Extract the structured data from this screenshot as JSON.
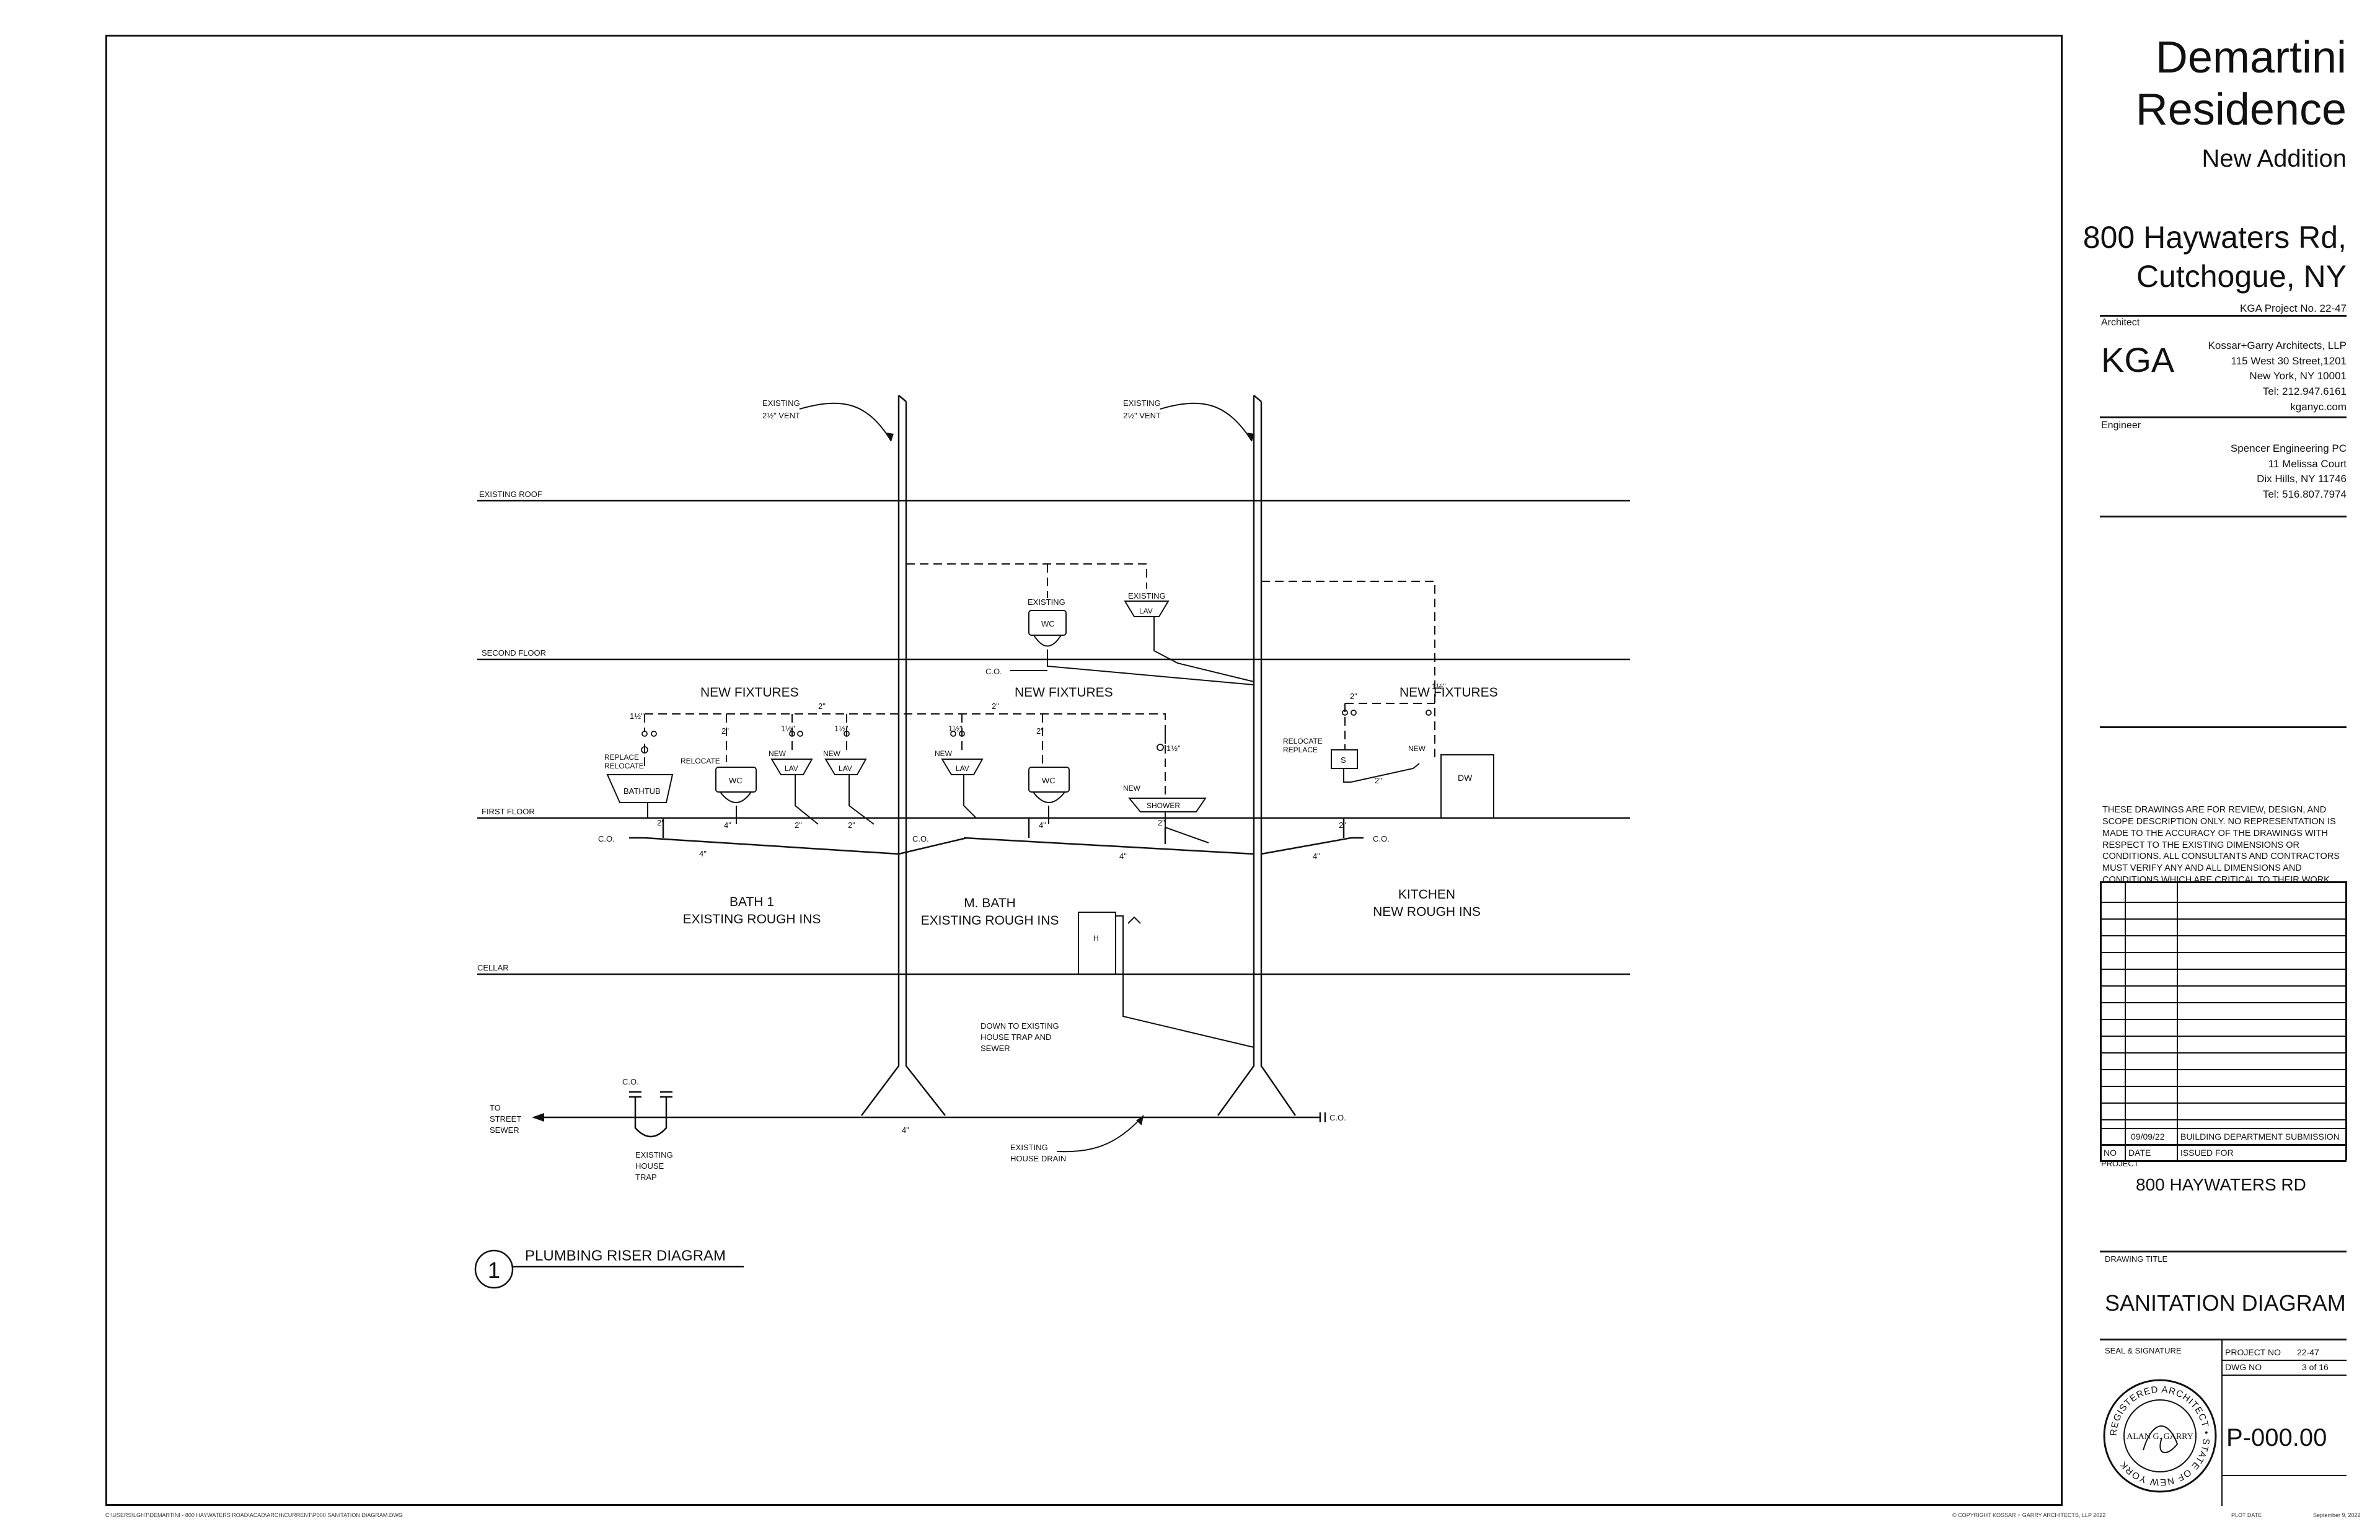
{
  "title_block": {
    "project_name_line1": "Demartini",
    "project_name_line2": "Residence",
    "project_subtitle": "New Addition",
    "address_line1": "800 Haywaters Rd,",
    "address_line2": "Cutchogue, NY",
    "project_number_label": "KGA Project No. 22-47",
    "architect_label": "Architect",
    "architect_logo": "KGA",
    "architect_lines": [
      "Kossar+Garry Architects, LLP",
      "115 West 30 Street,1201",
      "New York, NY  10001",
      "Tel: 212.947.6161",
      "kganyc.com"
    ],
    "engineer_label": "Engineer",
    "engineer_lines": [
      "Spencer Engineering PC",
      "11 Melissa Court",
      "Dix Hills, NY  11746",
      "Tel: 516.807.7974"
    ],
    "disclaimer": "THESE DRAWINGS ARE FOR REVIEW, DESIGN, AND SCOPE DESCRIPTION ONLY.  NO REPRESENTATION IS MADE TO THE ACCURACY OF THE DRAWINGS WITH RESPECT TO THE EXISTING DIMENSIONS OR CONDITIONS.  ALL CONSULTANTS AND CONTRACTORS MUST VERIFY ANY AND ALL DIMENSIONS AND CONDITIONS WHICH ARE CRITICAL TO THEIR WORK.",
    "revision": {
      "no": "",
      "date": "09/09/22",
      "issued_for": "BUILDING DEPARTMENT SUBMISSION",
      "header_no": "NO",
      "header_date": "DATE",
      "header_issued": "ISSUED FOR"
    },
    "project_label": "PROJECT",
    "project_value": "800 HAYWATERS RD",
    "drawing_title_label": "DRAWING TITLE",
    "drawing_title": "SANITATION DIAGRAM",
    "seal_label": "SEAL & SIGNATURE",
    "project_no_label": "PROJECT NO",
    "project_no_value": "22-47",
    "dwg_no_label": "DWG NO",
    "dwg_no_value": "3 of 16",
    "sheet_number": "P-000.00",
    "seal_text_outer": "REGISTERED ARCHITECT • STATE OF NEW YORK",
    "seal_text_inner": "ALAN G. GARRY"
  },
  "diagram": {
    "caption_number": "1",
    "caption": "PLUMBING RISER DIAGRAM",
    "levels": {
      "roof": "EXISTING ROOF",
      "second": "SECOND FLOOR",
      "first": "FIRST FLOOR",
      "cellar": "CELLAR"
    },
    "vent_labels": [
      "EXISTING",
      "2½\" VENT"
    ],
    "new_fixtures": "NEW FIXTURES",
    "existing": "EXISTING",
    "new": "NEW",
    "replace": "REPLACE",
    "relocate": "RELOCATE",
    "co": "C.O.",
    "fixtures": {
      "bathtub": "BATHTUB",
      "wc": "WC",
      "lav": "LAV",
      "shower": "SHOWER",
      "sink": "S",
      "dw": "DW",
      "heater": "H"
    },
    "pipe_sizes": {
      "two": "2\"",
      "four": "4\"",
      "one_half": "1½\""
    },
    "zones": {
      "bath1_line1": "BATH 1",
      "bath1_line2": "EXISTING ROUGH INS",
      "mbath_line1": "M. BATH",
      "mbath_line2": "EXISTING ROUGH INS",
      "kitchen_line1": "KITCHEN",
      "kitchen_line2": "NEW ROUGH INS"
    },
    "house_trap_note": [
      "DOWN TO EXISTING",
      "HOUSE TRAP AND",
      "SEWER"
    ],
    "street_sewer": [
      "TO",
      "STREET",
      "SEWER"
    ],
    "existing_house_trap": [
      "EXISTING",
      "HOUSE",
      "TRAP"
    ],
    "existing_house_drain": [
      "EXISTING",
      "HOUSE DRAIN"
    ]
  },
  "footer": {
    "left_path": "C:\\USERS\\LGHT\\DEMARTINI - 800 HAYWATERS ROAD\\ACAD\\ARCH\\CURRENT\\P000 SANITATION DIAGRAM.DWG",
    "copyright": "© COPYRIGHT KOSSAR + GARRY ARCHITECTS, LLP 2022",
    "plot_label": "PLOT DATE",
    "plot_date": "September 9, 2022"
  }
}
